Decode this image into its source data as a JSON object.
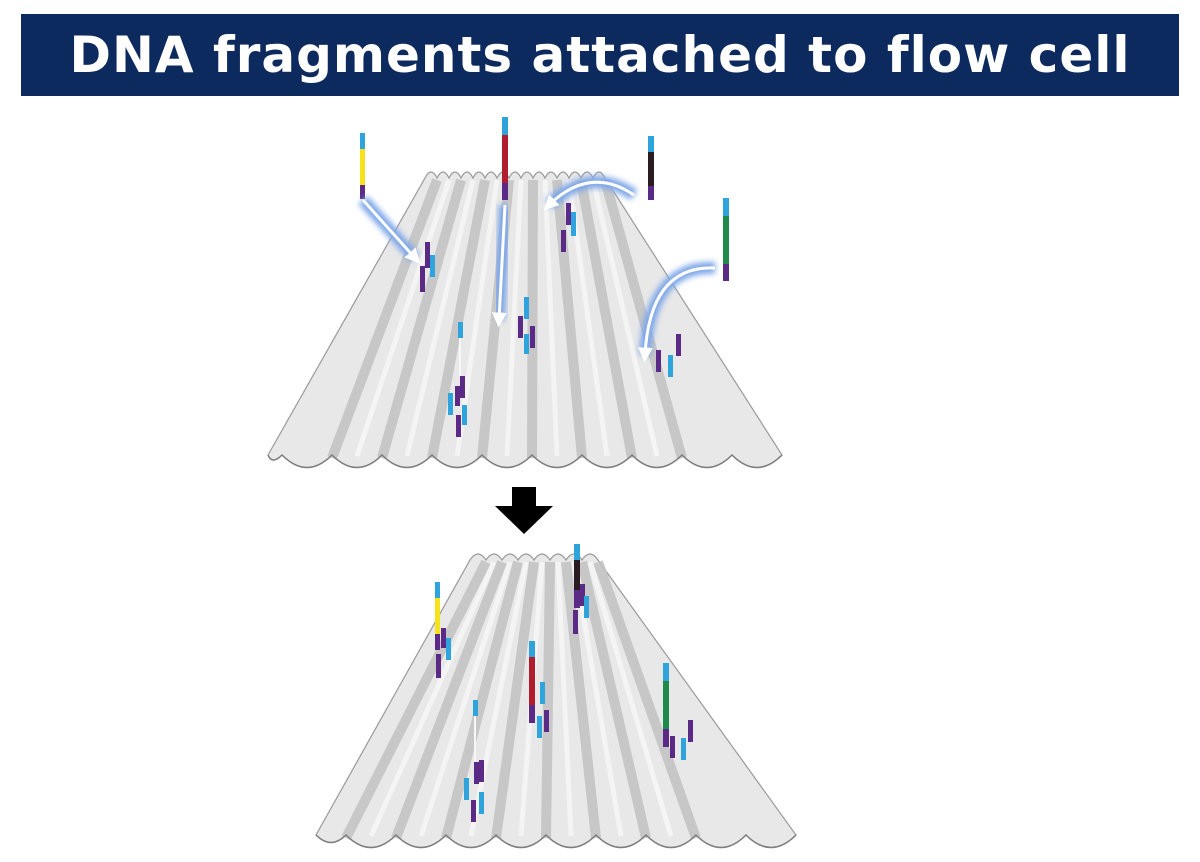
{
  "title": "DNA fragments attached to flow cell",
  "colors": {
    "banner": "#0d2a5e",
    "banner_text": "#ffffff",
    "flowcell_surface": "#e6e6e6",
    "flowcell_groove": "#bdbdbd",
    "flowcell_edge": "#8c8c8c",
    "adapter_cyan": "#2fa4dc",
    "oligo_purple": "#5b2a86",
    "arrow_glow": "#7fa7e8",
    "step_arrow": "#000000"
  },
  "fragment_insert_colors": [
    "yellow",
    "red",
    "black",
    "green",
    "white"
  ],
  "icons": [
    "flow-cell-surface-icon",
    "dna-fragment-icon",
    "surface-oligo-icon",
    "attachment-arrow-icon",
    "step-down-arrow-icon"
  ]
}
